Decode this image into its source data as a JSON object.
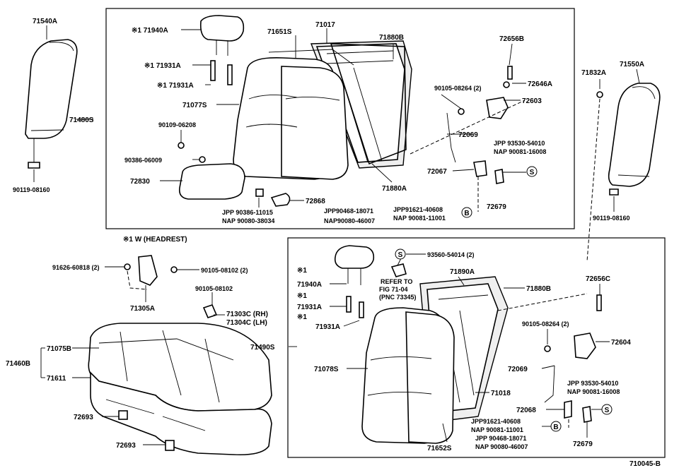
{
  "labels": {
    "p71540A": "71540A",
    "p71480S": "71480S",
    "p90119_08160_l": "90119-08160",
    "p71940A_top": "※1 71940A",
    "p71931A_1": "※1 71931A",
    "p71931A_2": "※1 71931A",
    "p71651S": "71651S",
    "p71017": "71017",
    "p71880B_top": "71880B",
    "p71077S": "71077S",
    "p90109_06208": "90109-06208",
    "p90386_06009": "90386-06009",
    "p72830": "72830",
    "p72868": "72868",
    "jpp_90386": "JPP 90386-11015",
    "nap_90080_38034": "NAP 90080-38034",
    "jpp_90468_top": "JPP90468-18071",
    "nap_90080_46007_top": "NAP90080-46007",
    "p71880A": "71880A",
    "p72656B": "72656B",
    "p72646A": "72646A",
    "p90105_08264_top": "90105-08264 (2)",
    "p72603": "72603",
    "p72069_top": "72069",
    "p72067": "72067",
    "jpp_93530_top": "JPP 93530-54010",
    "nap_90081_16008_top": "NAP 90081-16008",
    "p72679_top": "72679",
    "jpp_91621_top": "JPP91621-40608",
    "nap_90081_11001_top": "NAP 90081-11001",
    "p71832A": "71832A",
    "p71550A": "71550A",
    "p90119_08160_r": "90119-08160",
    "headrest_note": "※1 W (HEADREST)",
    "p91626_60818": "91626-60818 (2)",
    "p90105_08102_2": "90105-08102 (2)",
    "p71305A": "71305A",
    "p90105_08102": "90105-08102",
    "p71303C": "71303C (RH)",
    "p71304C": "71304C (LH)",
    "p71075B": "71075B",
    "p71460B": "71460B",
    "p71611": "71611",
    "p72693_a": "72693",
    "p72693_b": "72693",
    "p71490S": "71490S",
    "p93560": "93560-54014 (2)",
    "refer_1": "REFER TO",
    "refer_2": "FIG 71-04",
    "refer_3": "(PNC 73345)",
    "p71890A": "71890A",
    "p71880B_bot": "71880B",
    "p72656C": "72656C",
    "p71940A_bot": "71940A",
    "x1_a": "※1",
    "x1_b": "※1",
    "x1_c": "※1",
    "p71931A_3": "71931A",
    "p71931A_4": "71931A",
    "p71078S": "71078S",
    "p90105_08264_bot": "90105-08264 (2)",
    "p72604": "72604",
    "p72069_bot": "72069",
    "p71018": "71018",
    "jpp_93530_bot": "JPP 93530-54010",
    "nap_90081_16008_bot": "NAP 90081-16008",
    "p72068": "72068",
    "jpp_91621_bot": "JPP91621-40608",
    "nap_90081_11001_bot": "NAP 90081-11001",
    "jpp_90468_bot": "JPP 90468-18071",
    "nap_90080_46007_bot": "NAP 90080-46007",
    "p71652S": "71652S",
    "p72679_bot": "72679",
    "figure_id": "710045-B"
  },
  "markers": {
    "S": "S",
    "B": "B"
  }
}
